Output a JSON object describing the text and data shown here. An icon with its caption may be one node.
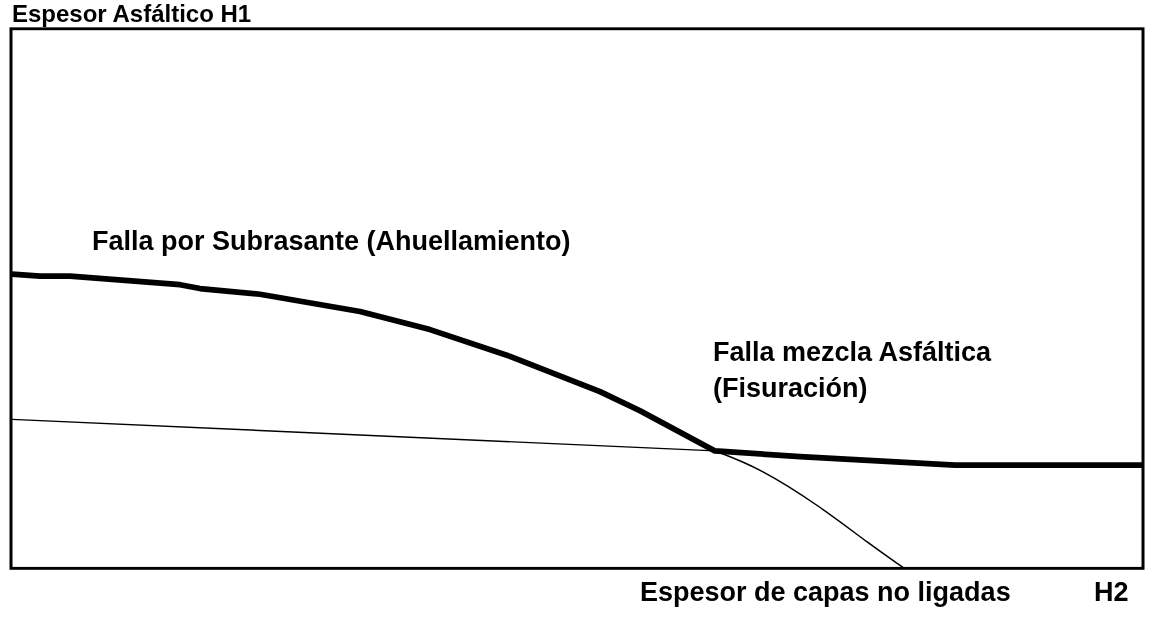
{
  "diagram": {
    "labels": [
      "Espesor Asfáltico H1",
      "Falla por Subrasante (Ahuellamiento)",
      "Falla mezcla Asfáltica (Fisuración)",
      "Espesor de capas no ligadas",
      "H2"
    ]
  }
}
